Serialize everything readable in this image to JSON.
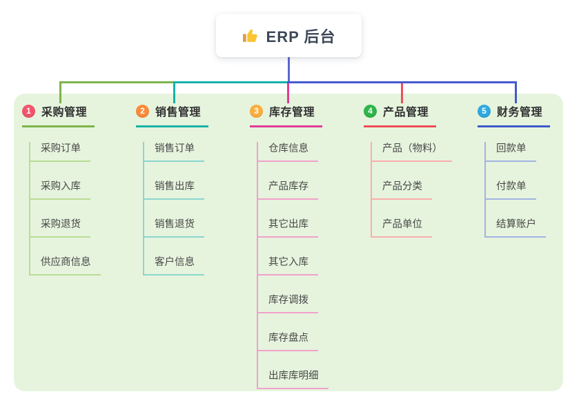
{
  "root": {
    "title": "ERP 后台",
    "icon": "thumbs-up-icon",
    "card_bg": "#ffffff",
    "text_color": "#3c4858"
  },
  "panel": {
    "bg": "#e6f4de"
  },
  "connector": {
    "root_line_color": "#5a67d4"
  },
  "branches": [
    {
      "num": "1",
      "title": "采购管理",
      "line_color": "#7db44a",
      "pale_color": "#b9dc94",
      "badge_color": "#f1556c",
      "children": [
        "采购订单",
        "采购入库",
        "采购退货",
        "供应商信息"
      ]
    },
    {
      "num": "2",
      "title": "销售管理",
      "line_color": "#16b1a7",
      "pale_color": "#8bd5cd",
      "badge_color": "#fa8b3c",
      "children": [
        "销售订单",
        "销售出库",
        "销售退货",
        "客户信息"
      ]
    },
    {
      "num": "3",
      "title": "库存管理",
      "line_color": "#e23a96",
      "pale_color": "#f2a0cb",
      "badge_color": "#fbae3e",
      "children": [
        "仓库信息",
        "产品库存",
        "其它出库",
        "其它入库",
        "库存调拨",
        "库存盘点",
        "出库库明细"
      ]
    },
    {
      "num": "4",
      "title": "产品管理",
      "line_color": "#ee4d57",
      "pale_color": "#f9aeab",
      "badge_color": "#2fb54a",
      "children": [
        "产品（物料）",
        "产品分类",
        "产品单位"
      ]
    },
    {
      "num": "5",
      "title": "财务管理",
      "line_color": "#3f58cb",
      "pale_color": "#a2b2e2",
      "badge_color": "#2fa9e0",
      "children": [
        "回款单",
        "付款单",
        "结算账户"
      ]
    }
  ]
}
